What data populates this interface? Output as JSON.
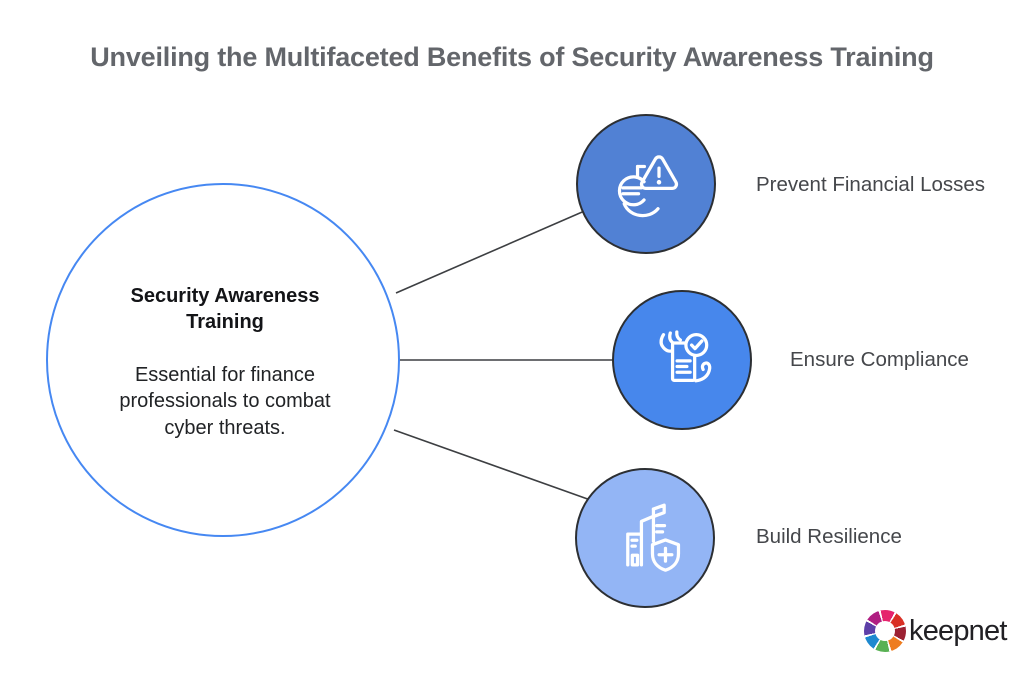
{
  "title": "Unveiling the Multifaceted Benefits of Security Awareness Training",
  "central_node": {
    "heading": "Security Awareness Training",
    "description": "Essential for finance professionals to combat cyber threats."
  },
  "benefits": [
    {
      "label": "Prevent Financial Losses",
      "icon": "euro-warning-icon",
      "fill": "#5181d4"
    },
    {
      "label": "Ensure Compliance",
      "icon": "document-check-icon",
      "fill": "#4787ec"
    },
    {
      "label": "Build Resilience",
      "icon": "building-shield-icon",
      "fill": "#93b5f5"
    }
  ],
  "branding": {
    "logo_text": "keepnet"
  },
  "colors": {
    "central_border": "#4688f2",
    "node_border": "#2c2f33",
    "connector": "#3d3f42",
    "title": "#63666b",
    "label": "#45474b",
    "icon_stroke": "#ffffff"
  }
}
